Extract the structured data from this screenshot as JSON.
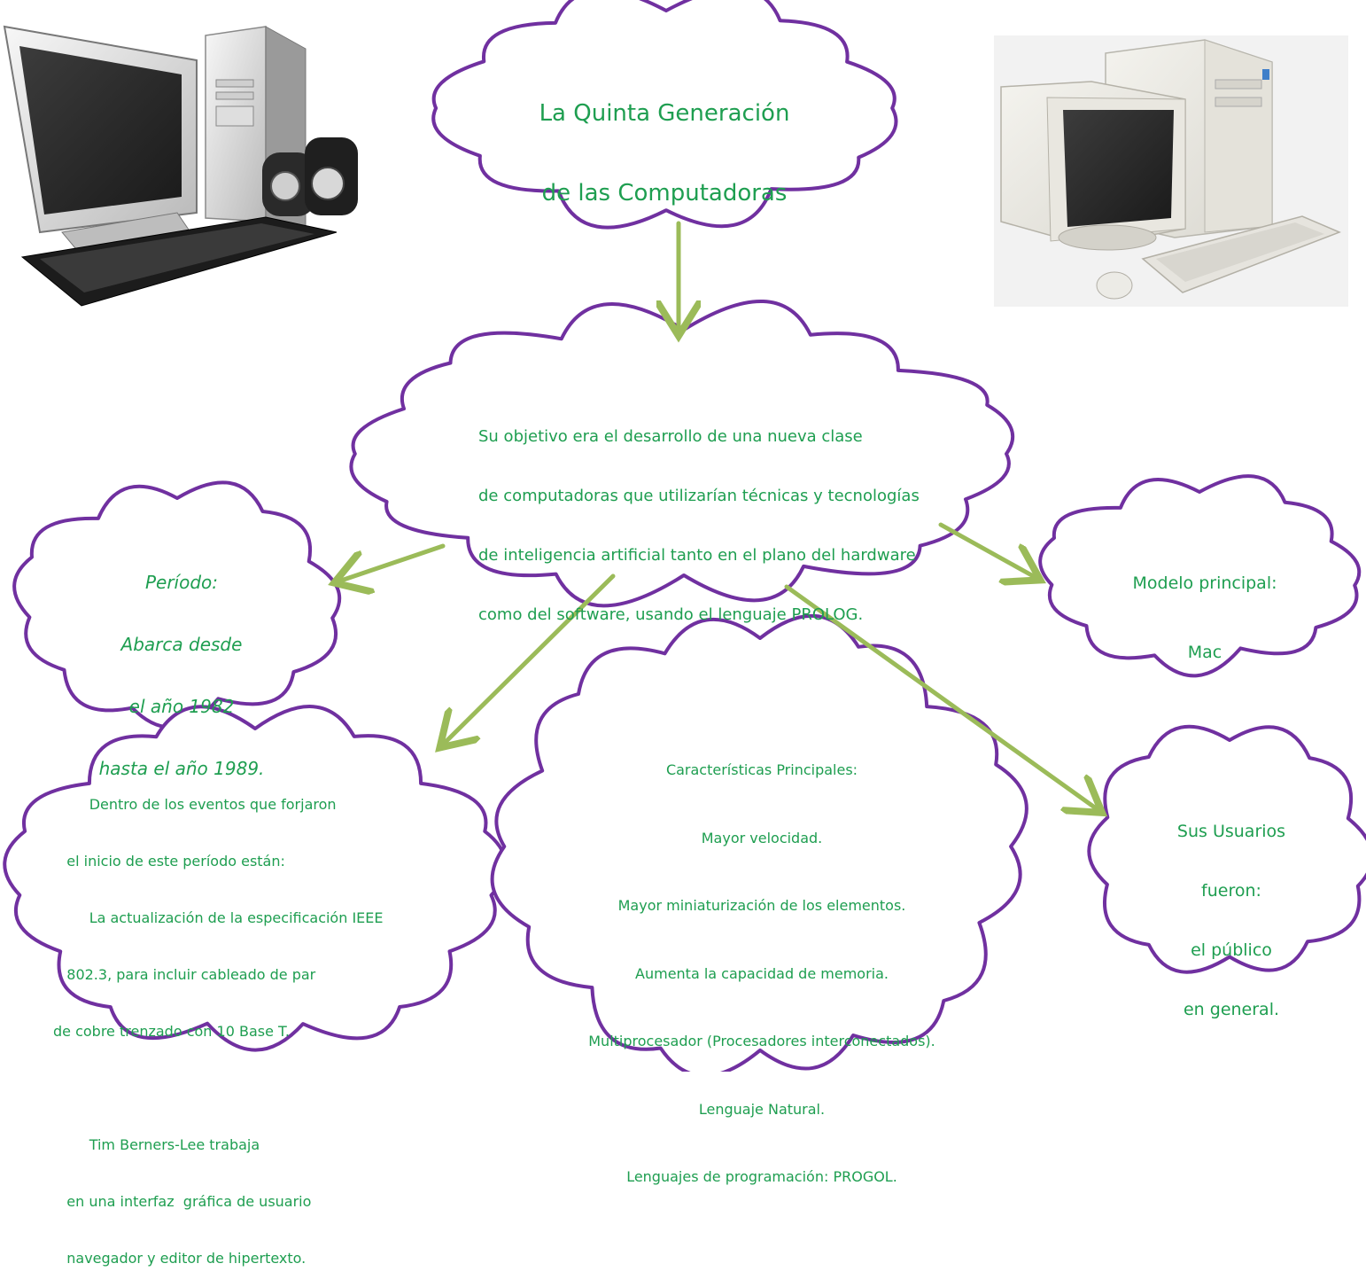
{
  "colors": {
    "cloud_stroke": "#7030a0",
    "arrow": "#9bbb59",
    "text": "#1e9e50"
  },
  "images": {
    "left_computer": "computer-icon",
    "right_computer": "computer-icon"
  },
  "title": {
    "lines": [
      "La Quinta Generación",
      "de las Computadoras"
    ]
  },
  "objective": {
    "lines": [
      "Su objetivo era el desarrollo de una nueva clase",
      "de computadoras que utilizarían técnicas y tecnologías",
      "de inteligencia artificial tanto en el plano del hardware",
      "como del software, usando el lenguaje PROLOG."
    ]
  },
  "period": {
    "lines": [
      "Período:",
      "Abarca desde",
      "el año 1982",
      "hasta el año 1989."
    ]
  },
  "model": {
    "lines": [
      "Modelo principal:",
      "Mac"
    ]
  },
  "events": {
    "lines": [
      "        Dentro de los eventos que forjaron",
      "   el inicio de este período están:",
      "        La actualización de la especificación IEEE",
      "   802.3, para incluir cableado de par",
      "de cobre trenzado con 10 Base T.",
      "",
      "        Tim Berners-Lee trabaja",
      "   en una interfaz  gráfica de usuario",
      "   navegador y editor de hipertexto."
    ]
  },
  "features": {
    "lines": [
      "Características Principales:",
      "Mayor velocidad.",
      "Mayor miniaturización de los elementos.",
      "Aumenta la capacidad de memoria.",
      "Multiprocesador (Procesadores interconectados).",
      "Lenguaje Natural.",
      "Lenguajes de programación: PROGOL."
    ]
  },
  "users": {
    "lines": [
      "Sus Usuarios",
      "fueron:",
      "el público",
      "en general."
    ]
  }
}
